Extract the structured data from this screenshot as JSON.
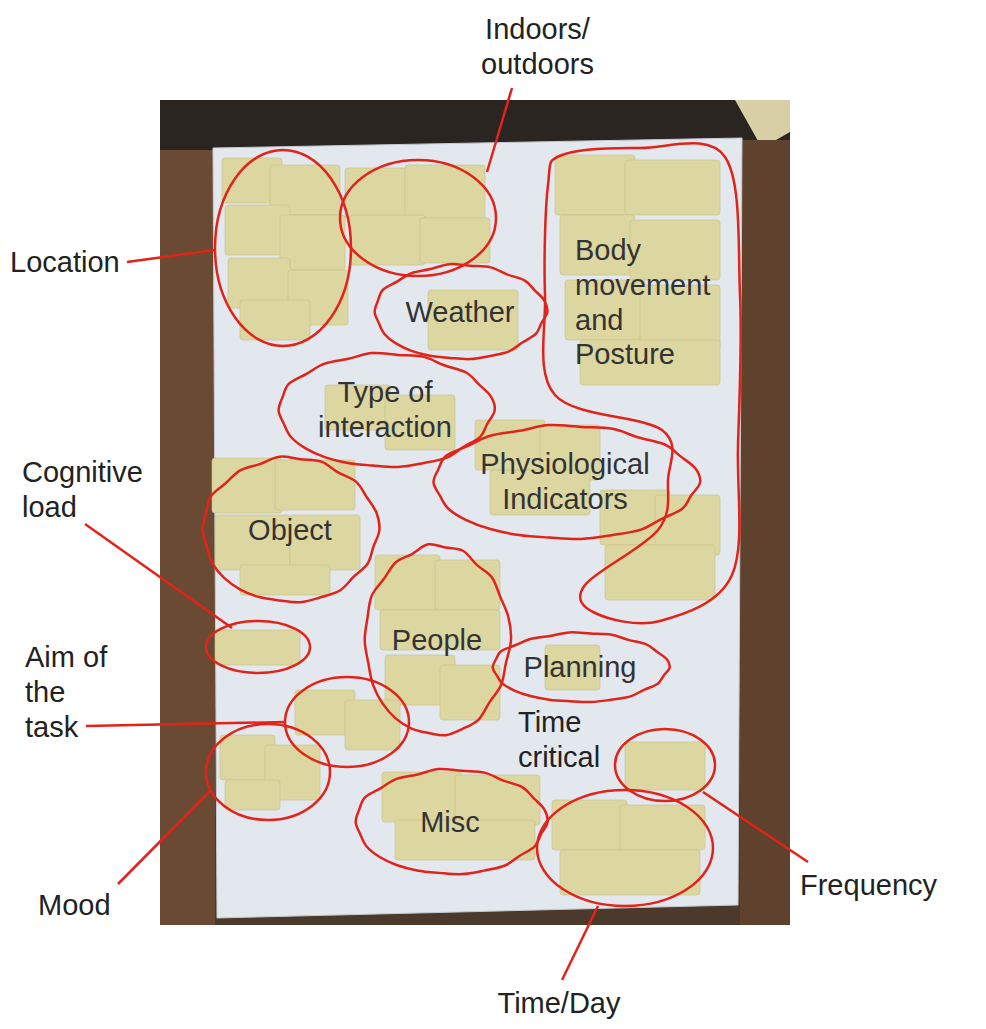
{
  "diagram": {
    "nodes": [
      {
        "text": [
          "Weather"
        ]
      },
      {
        "text": [
          "Body movement and Posture"
        ]
      },
      {
        "text": [
          "Type of interaction"
        ]
      },
      {
        "text": [
          "Physiological Indicators"
        ]
      },
      {
        "text": [
          "Object"
        ]
      },
      {
        "text": [
          "People"
        ]
      },
      {
        "text": [
          "Planning"
        ]
      },
      {
        "text": [
          "Misc"
        ]
      }
    ],
    "labels": [
      "Indoors/ outdoors",
      "Location",
      "Cognitive load",
      "Aim of the task",
      "Time critical",
      "Frequency",
      "Mood",
      "Time/Day"
    ]
  }
}
